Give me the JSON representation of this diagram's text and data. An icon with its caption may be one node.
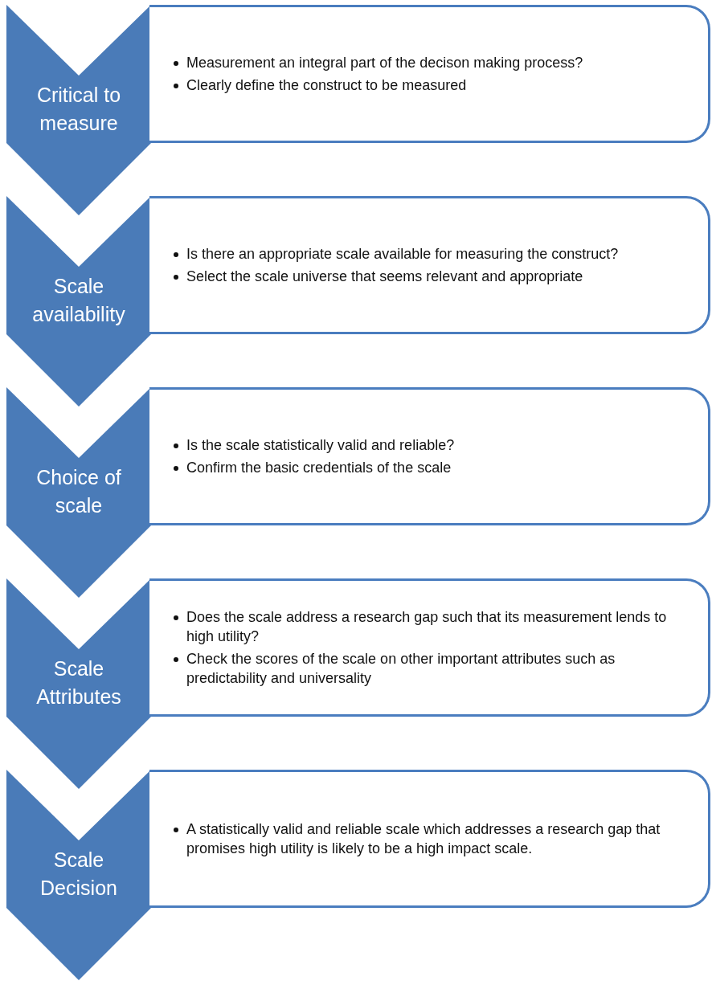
{
  "diagram": {
    "nodes": [
      {
        "text": [
          "Critical to measure"
        ]
      },
      {
        "text": [
          "Measurement an integral part of the decison making process?",
          "Clearly define the construct to be measured"
        ]
      },
      {
        "text": [
          "Scale availability"
        ]
      },
      {
        "text": [
          "Is there an appropriate scale available for measuring the construct?",
          "Select the scale universe that seems relevant and appropriate"
        ]
      },
      {
        "text": [
          "Choice of scale"
        ]
      },
      {
        "text": [
          "Is the scale statistically valid and reliable?",
          "Confirm the basic credentials of the scale"
        ]
      },
      {
        "text": [
          "Scale Attributes"
        ]
      },
      {
        "text": [
          "Does the scale address a research gap such that its measurement lends to high utility?",
          "Check the scores of the scale on other important attributes such as predictability and universality"
        ]
      },
      {
        "text": [
          "Scale Decision"
        ]
      },
      {
        "text": [
          "A statistically valid and reliable scale which addresses a research gap that promises high utility is likely to be a high impact scale."
        ]
      }
    ]
  }
}
